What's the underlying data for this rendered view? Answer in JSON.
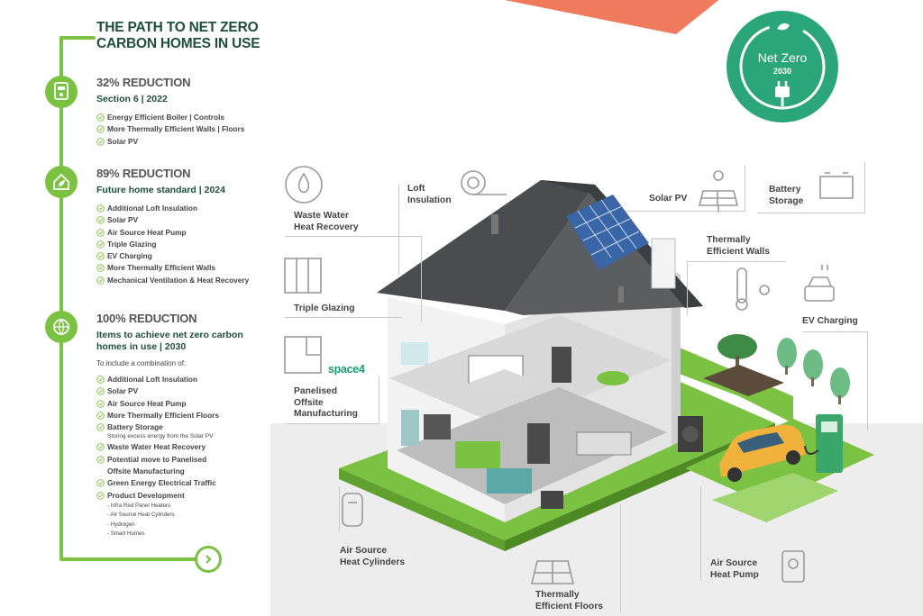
{
  "header": {
    "title_line1": "THE PATH TO NET ZERO",
    "title_line2": "CARBON HOMES IN USE"
  },
  "badge": {
    "title": "Net Zero",
    "year": "2030"
  },
  "stages": [
    {
      "heading": "32% REDUCTION",
      "subtitle": "Section 6 | 2022",
      "icon": "boiler-icon",
      "items": [
        "Energy Efficient Boiler | Controls",
        "More Thermally Efficient Walls | Floors",
        "Solar PV"
      ]
    },
    {
      "heading": "89% REDUCTION",
      "subtitle": "Future home standard | 2024",
      "icon": "home-leaf-icon",
      "items": [
        "Additional Loft Insulation",
        "Solar PV",
        "Air Source Heat Pump",
        "Triple Glazing",
        "EV Charging",
        "More Thermally Efficient Walls",
        "Mechanical Ventilation & Heat Recovery"
      ]
    },
    {
      "heading": "100% REDUCTION",
      "subtitle_line1": "Items to achieve net zero carbon",
      "subtitle_line2": "homes in use | 2030",
      "note": "To include a combination of:",
      "icon": "globe-leaf-icon",
      "items": [
        "Additional Loft Insulation",
        "Solar PV",
        "Air Source Heat Pump",
        "More Thermally Efficient Floors",
        "Battery Storage",
        "Waste Water Heat Recovery",
        "Potential move to Panelised",
        "Green Energy Electrical Traffic",
        "Product Development"
      ],
      "battery_note": "Storing excess energy from the Solar PV",
      "panelised_line2": "Offsite Manufacturing",
      "product_dev": [
        "- Infra Red Panel Heaters",
        "- Air Source Heat Cylinders",
        "- Hydrogen",
        "- Smart Homes"
      ]
    }
  ],
  "callouts": {
    "waste_water": [
      "Waste Water",
      "Heat Recovery"
    ],
    "loft": [
      "Loft",
      "Insulation"
    ],
    "solar": "Solar PV",
    "battery": [
      "Battery",
      "Storage"
    ],
    "walls": [
      "Thermally",
      "Efficient Walls"
    ],
    "triple": "Triple Glazing",
    "ev": "EV Charging",
    "panelised": [
      "Panelised",
      "Offsite",
      "Manufacturing"
    ],
    "brand": "space4",
    "cylinders": [
      "Air Source",
      "Heat Cylinders"
    ],
    "floors": [
      "Thermally",
      "Efficient Floors"
    ],
    "heat_pump": [
      "Air Source",
      "Heat Pump"
    ]
  },
  "colors": {
    "green": "#7bc142",
    "dark_green": "#1f4e3d",
    "badge": "#2aa67a",
    "roof": "#4a4d4f",
    "banner": "#f07a5c"
  }
}
